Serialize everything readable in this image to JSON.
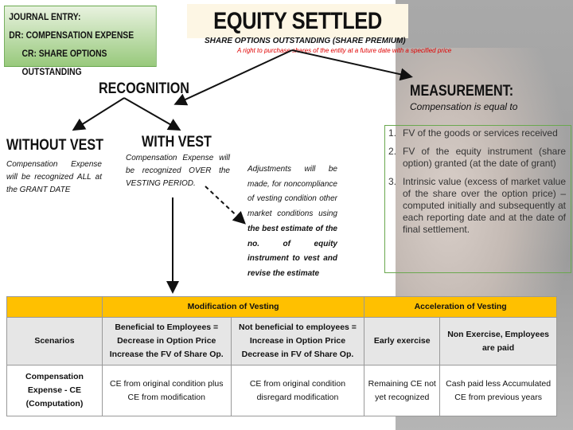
{
  "journal": {
    "title": "JOURNAL ENTRY:",
    "dr": "DR: COMPENSATION EXPENSE",
    "cr": "CR: SHARE OPTIONS OUTSTANDING"
  },
  "title": "EQUITY SETTLED",
  "subtitle": "SHARE OPTIONS OUTSTANDING (SHARE PREMIUM)",
  "definition": "A right to purchase shares of the entity at a future date with a specified price",
  "recognition": {
    "heading": "RECOGNITION",
    "without_vest": {
      "heading": "WITHOUT VEST",
      "text": "Compensation Expense will be recognized ALL at the GRANT DATE"
    },
    "with_vest": {
      "heading": "WITH  VEST",
      "text": "Compensation Expense will be recognized OVER the VESTING PERIOD."
    },
    "adjustment": {
      "text": "Adjustments will be made, for noncompliance of vesting condition other market conditions using",
      "bold": "the best estimate of the no. of equity instrument to vest and revise the estimate"
    }
  },
  "measurement": {
    "heading": "MEASUREMENT:",
    "subheading": "Compensation is equal to",
    "items": [
      {
        "n": "1.",
        "text": "FV of the goods or services received"
      },
      {
        "n": "2.",
        "text": "FV of the equity instrument (share option) granted (at the date of grant)"
      },
      {
        "n": "3.",
        "text": "Intrinsic value (excess of market value of the share over the option price) – computed initially and subsequently at each reporting date and at the date of final settlement."
      }
    ]
  },
  "table": {
    "group1": "Modification of Vesting",
    "group2": "Acceleration of Vesting",
    "row_headers": [
      "Scenarios",
      "Compensation Expense - CE (Computation)"
    ],
    "scenarios": [
      "Beneficial to Employees = Decrease in Option Price Increase the FV of Share Op.",
      "Not beneficial to employees = Increase in Option Price Decrease in FV of Share Op.",
      "Early exercise",
      "Non Exercise, Employees are paid"
    ],
    "computation": [
      "CE from original condition plus CE from modification",
      "CE from original condition disregard modification",
      "Remaining CE not yet recognized",
      "Cash paid less Accumulated CE from previous years"
    ]
  }
}
